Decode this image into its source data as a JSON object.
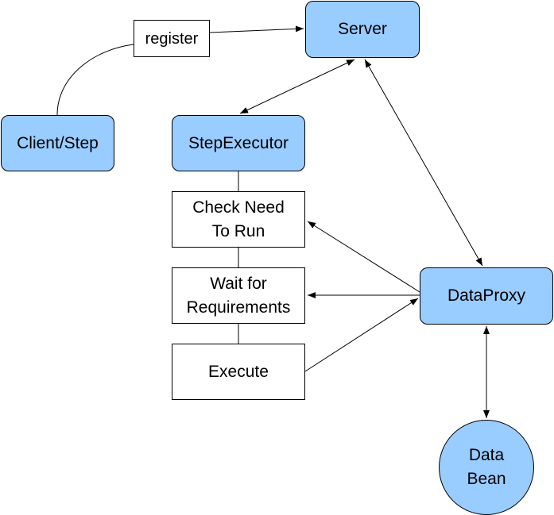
{
  "colors": {
    "node_fill": "#99ccff",
    "plain_fill": "#ffffff",
    "line": "#000000"
  },
  "nodes": {
    "server": "Server",
    "client_step": "Client/Step",
    "step_executor": "StepExecutor",
    "check_need": "Check Need\nTo Run",
    "wait_for": "Wait for\nRequirements",
    "execute": "Execute",
    "data_proxy": "DataProxy",
    "data_bean": "Data\nBean"
  },
  "edge_labels": {
    "register": "register"
  }
}
